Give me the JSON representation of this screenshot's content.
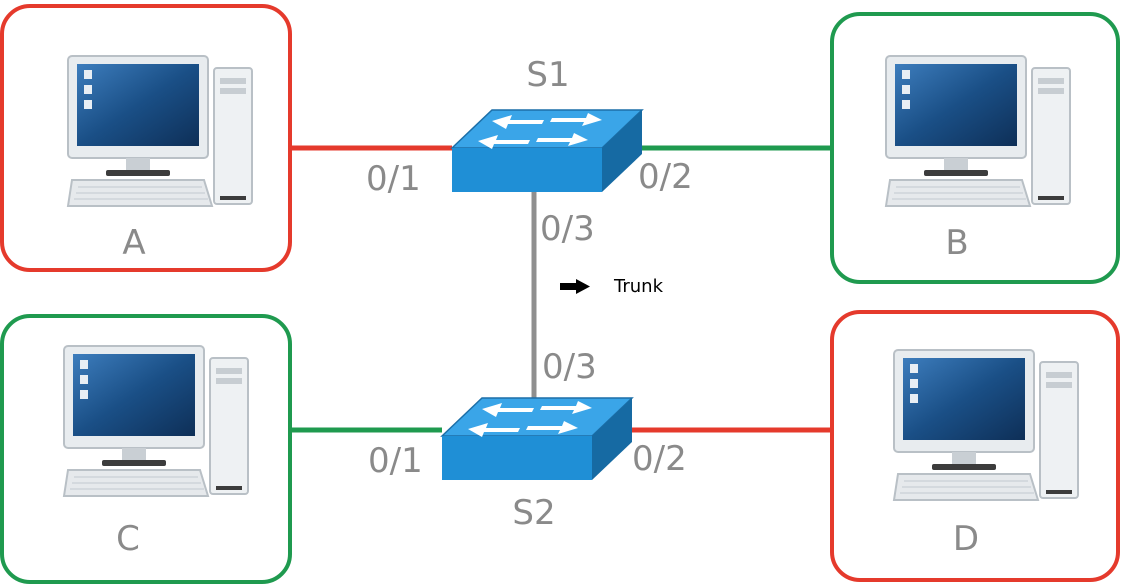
{
  "switches": {
    "s1": {
      "name": "S1"
    },
    "s2": {
      "name": "S2"
    }
  },
  "pcs": {
    "a": {
      "name": "A",
      "vlan_color": "#e53a2c"
    },
    "b": {
      "name": "B",
      "vlan_color": "#1f9a4f"
    },
    "c": {
      "name": "C",
      "vlan_color": "#1f9a4f"
    },
    "d": {
      "name": "D",
      "vlan_color": "#e53a2c"
    }
  },
  "ports": {
    "s1_p1": "0/1",
    "s1_p2": "0/2",
    "s1_p3": "0/3",
    "s2_p1": "0/1",
    "s2_p2": "0/2",
    "s2_p3": "0/3"
  },
  "legend": {
    "trunk_label": "Trunk"
  },
  "colors": {
    "red": "#e53a2c",
    "green": "#1f9a4f",
    "trunk": "#8f8f8f",
    "switch_blue": "#1f8fd6"
  }
}
